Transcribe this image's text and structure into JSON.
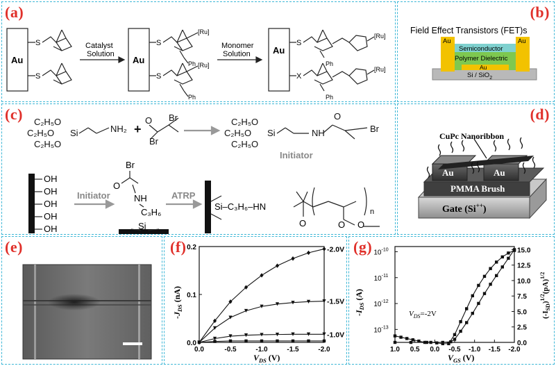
{
  "panels": {
    "a": {
      "label": "(a)",
      "au": "Au",
      "s": "S",
      "x": "X",
      "ru": "[Ru]",
      "ph": "Ph",
      "arrow1": {
        "line1": "Catalyst",
        "line2": "Solution"
      },
      "arrow2": {
        "line1": "Monomer",
        "line2": "Solution"
      }
    },
    "b": {
      "label": "(b)",
      "title": "Field Effect Transistors (FET)s",
      "au_left": "Au",
      "au_right": "Au",
      "semiconductor": "Semiconductor",
      "dielectric": "Polymer Dielectric",
      "au_gate": "Au",
      "substrate": "Si / SiO",
      "substrate_sub": "2",
      "colors": {
        "gold": "#f2c200",
        "green": "#7ec850",
        "teal": "#7fd1cf",
        "gray": "#b9b9b9"
      }
    },
    "c": {
      "label": "(c)",
      "reagent1": "C₂H₅O—Si—NH₂",
      "ethoxy": "C₂H₅O",
      "nh2": "NH₂",
      "plus": "+",
      "br": "Br",
      "si": "Si",
      "nh": "NH",
      "n": "n",
      "o": "O",
      "initiator_label": "Initiator",
      "oh": "OH",
      "arrow_initiator": "Initiator",
      "arrow_atrp": "ATRP",
      "c3h6": "C₃H₆",
      "si_c3h6_nh": "Si–C₃H₆–HN"
    },
    "d": {
      "label": "(d)",
      "ribbon": "CuPc Nanoribbon",
      "au_left": "Au",
      "au_right": "Au",
      "brush": "PMMA Brush",
      "gate": "Gate (Si",
      "gate_sup": "++",
      "gate_end": ")"
    },
    "e": {
      "label": "(e)"
    },
    "f": {
      "label": "(f)"
    },
    "g": {
      "label": "(g)"
    }
  },
  "chart_data": [
    {
      "type": "line",
      "panel": "f",
      "xlabel": "V_DS (V)",
      "ylabel": "-I_DS (nA)",
      "xlim": [
        0.0,
        -2.0
      ],
      "ylim": [
        0.0,
        0.2
      ],
      "xticks": [
        "0.0",
        "-0.5",
        "-1.0",
        "-1.5",
        "-2.0"
      ],
      "yticks": [
        "0.0",
        "0.1",
        "0.2"
      ],
      "x": [
        0,
        -0.25,
        -0.5,
        -0.75,
        -1.0,
        -1.25,
        -1.5,
        -1.75,
        -2.0
      ],
      "series": [
        {
          "name": "-2.0V",
          "marker": "diamond",
          "values": [
            0.0,
            0.045,
            0.085,
            0.115,
            0.14,
            0.16,
            0.175,
            0.187,
            0.195
          ]
        },
        {
          "name": "-1.5V",
          "marker": "triangle",
          "values": [
            0.0,
            0.03,
            0.052,
            0.066,
            0.075,
            0.08,
            0.083,
            0.085,
            0.086
          ]
        },
        {
          "name": "-1.0V",
          "marker": "triangle",
          "values": [
            0.0,
            0.008,
            0.013,
            0.015,
            0.016,
            0.0165,
            0.017,
            0.017,
            0.017
          ]
        },
        {
          "name": "",
          "marker": "square",
          "values": [
            0.0,
            0.002,
            0.003,
            0.003,
            0.003,
            0.003,
            0.003,
            0.003,
            0.003
          ]
        }
      ],
      "series_labels": [
        "-2.0V",
        "-1.5V",
        "-1.0V"
      ]
    },
    {
      "type": "line",
      "panel": "g",
      "xlabel": "V_GS (V)",
      "ylabel_left": "-I_DS (A)",
      "ylabel_right": "(-I_SD)^1/2 (pA)^1/2",
      "annotation": "V_DS=-2V",
      "xlim": [
        1.0,
        -2.0
      ],
      "xticks": [
        "1.0",
        "0.5",
        "0.0",
        "-0.5",
        "-1.0",
        "-1.5",
        "-2.0"
      ],
      "yticks_left": [
        "10^-10",
        "10^-11",
        "10^-12",
        "10^-13"
      ],
      "ylim_left_log": [
        -13.5,
        -9.8
      ],
      "yticks_right": [
        "0.0",
        "2.5",
        "5.0",
        "7.5",
        "10.0",
        "12.5",
        "15.0"
      ],
      "ylim_right": [
        0,
        15.5
      ],
      "series": [
        {
          "name": "",
          "axis": "left",
          "marker": "square",
          "x": [
            1.0,
            0.85,
            0.7,
            0.55,
            0.4,
            0.25,
            0.1,
            -0.05,
            -0.2,
            -0.35,
            -0.5,
            -0.65,
            -0.8,
            -0.95,
            -1.1,
            -1.25,
            -1.4,
            -1.55,
            -1.7,
            -1.85,
            -2.0
          ],
          "log_values": [
            -13.25,
            -13.3,
            -13.35,
            -13.4,
            -13.45,
            -13.5,
            -13.5,
            -13.52,
            -13.55,
            -13.55,
            -13.2,
            -12.7,
            -12.2,
            -11.7,
            -11.3,
            -10.95,
            -10.65,
            -10.4,
            -10.2,
            -10.05,
            -9.95
          ]
        },
        {
          "name": "",
          "axis": "right",
          "marker": "square",
          "x": [
            1.0,
            0.6,
            0.2,
            -0.2,
            -0.4,
            -0.5,
            -0.65,
            -0.8,
            -0.95,
            -1.1,
            -1.25,
            -1.4,
            -1.55,
            -1.7,
            -1.85,
            -2.0
          ],
          "values": [
            0.0,
            0.0,
            0.0,
            0.0,
            0.1,
            0.5,
            1.8,
            3.2,
            4.7,
            6.3,
            7.9,
            9.4,
            10.8,
            12.2,
            13.6,
            15.0
          ]
        }
      ]
    }
  ]
}
